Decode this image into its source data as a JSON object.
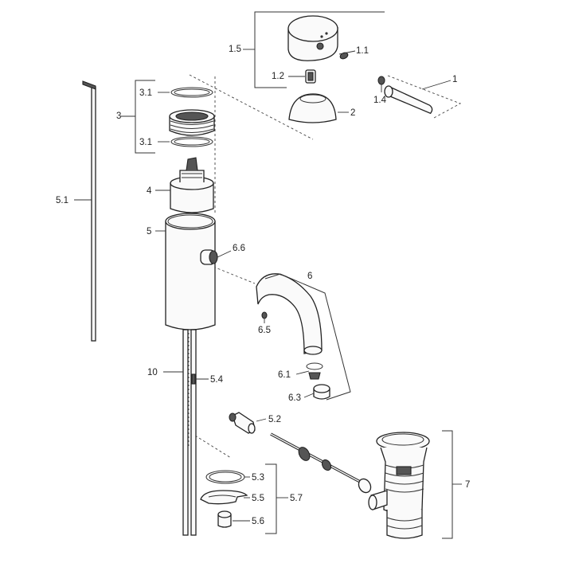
{
  "labels": {
    "l1": "1",
    "l1_1": "1.1",
    "l1_2": "1.2",
    "l1_4": "1.4",
    "l1_5": "1.5",
    "l2": "2",
    "l3": "3",
    "l3_1a": "3.1",
    "l3_1b": "3.1",
    "l4": "4",
    "l5": "5",
    "l5_1": "5.1",
    "l5_2": "5.2",
    "l5_3": "5.3",
    "l5_4": "5.4",
    "l5_5": "5.5",
    "l5_6": "5.6",
    "l5_7": "5.7",
    "l6": "6",
    "l6_1": "6.1",
    "l6_3": "6.3",
    "l6_5": "6.5",
    "l6_6": "6.6",
    "l7": "7",
    "l10": "10"
  }
}
